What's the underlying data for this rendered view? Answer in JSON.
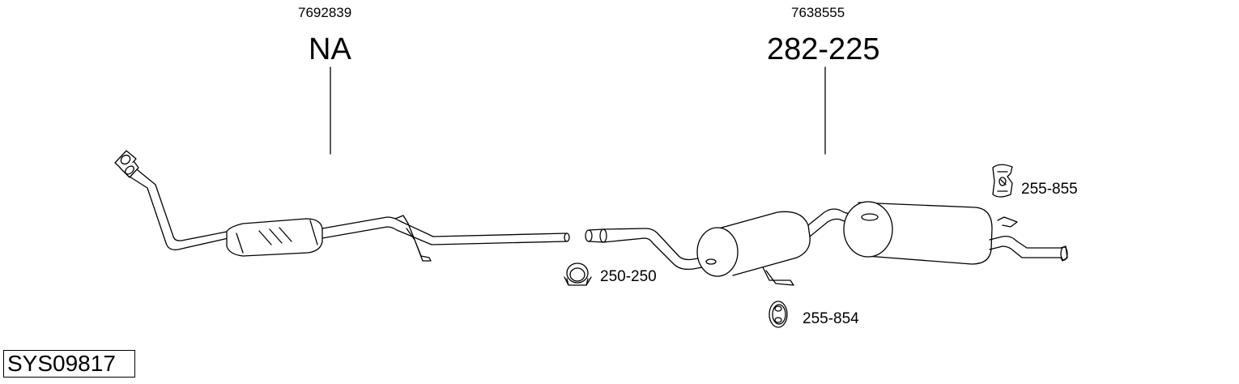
{
  "diagram": {
    "left_assembly": {
      "oem_number": "7692839",
      "part_number": "NA"
    },
    "right_assembly": {
      "oem_number": "7638555",
      "part_number": "282-225"
    },
    "accessories": [
      {
        "part_number": "250-250",
        "icon": "clamp-icon"
      },
      {
        "part_number": "255-854",
        "icon": "rubber-mount-icon"
      },
      {
        "part_number": "255-855",
        "icon": "rubber-hanger-icon"
      }
    ],
    "system_code": "SYS09817"
  }
}
